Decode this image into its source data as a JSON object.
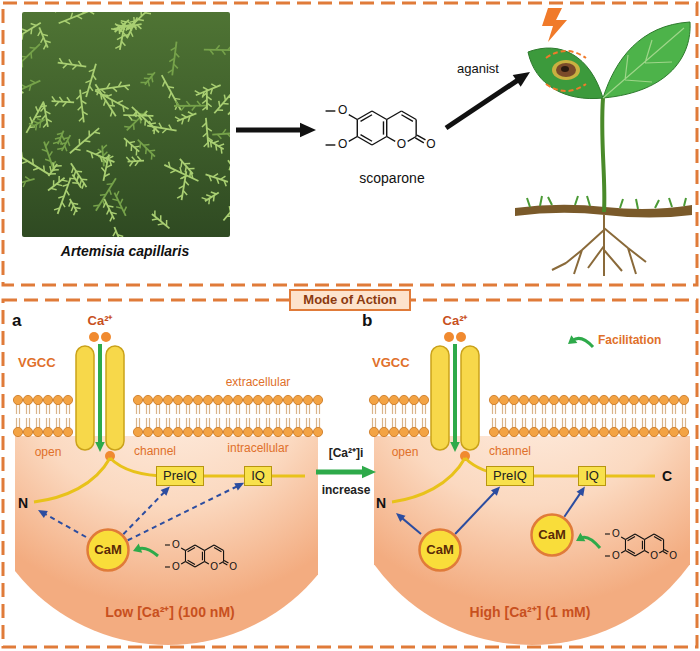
{
  "diagram": {
    "nodes": [
      {
        "text": [
          "Mode of Action"
        ]
      },
      {
        "text": [
          "PreIQ"
        ]
      },
      {
        "text": [
          "IQ"
        ]
      },
      {
        "text": [
          "CaM"
        ]
      },
      {
        "text": [
          "PreIQ"
        ]
      },
      {
        "text": [
          "IQ"
        ]
      },
      {
        "text": [
          "CaM"
        ]
      },
      {
        "text": [
          "CaM"
        ]
      }
    ],
    "edges": [
      {
        "from": 1,
        "to": 2,
        "arrow": "none"
      },
      {
        "from": 3,
        "to": 1,
        "arrow": "to"
      },
      {
        "from": 3,
        "to": 2,
        "arrow": "to"
      },
      {
        "from": 4,
        "to": 5,
        "arrow": "none"
      },
      {
        "from": 6,
        "to": 4,
        "arrow": "to"
      },
      {
        "from": 7,
        "to": 5,
        "arrow": "to"
      }
    ],
    "labels": [
      "Artemisia capillaris",
      "O",
      "O",
      "O",
      "O",
      "scoparone",
      "aganist",
      "a",
      "Ca²⁺",
      "VGCC",
      "extracellular",
      "open",
      "channel",
      "intracellular",
      "N",
      "O",
      "O",
      "O",
      "O",
      "Low [Ca²⁺] (100 nM)",
      "[Ca²⁺]i",
      "increase",
      "b",
      "Ca²⁺",
      "Facilitation",
      "VGCC",
      "open",
      "channel",
      "N",
      "C",
      "O",
      "O",
      "O",
      "O",
      "High [Ca²⁺] (1 mM)"
    ]
  }
}
